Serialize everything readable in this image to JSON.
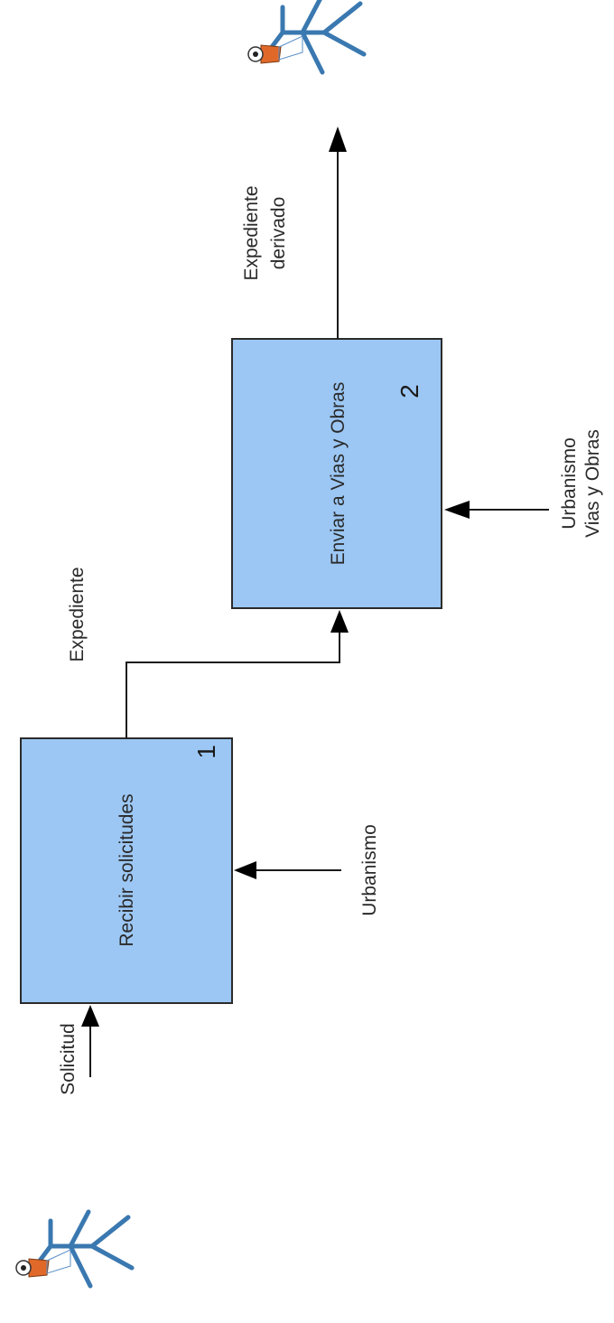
{
  "diagram": {
    "processes": [
      {
        "id": "1",
        "number": "1",
        "label": "Recibir solicitudes"
      },
      {
        "id": "2",
        "number": "2",
        "label": "Enviar a Vias y Obras"
      }
    ],
    "flows": {
      "input": "Solicitud",
      "between": "Expediente",
      "output_line1": "Expediente",
      "output_line2": "derivado",
      "control_1": "Urbanismo",
      "control_2_line1": "Urbanismo",
      "control_2_line2": "Vias y Obras"
    },
    "actors": [
      {
        "icon": "person-icon"
      },
      {
        "icon": "person-icon"
      }
    ],
    "colors": {
      "process_fill": "#9cc7f4",
      "border": "#2b2b2b",
      "actor_body": "#3a78b0",
      "actor_accent": "#e0692a"
    }
  }
}
